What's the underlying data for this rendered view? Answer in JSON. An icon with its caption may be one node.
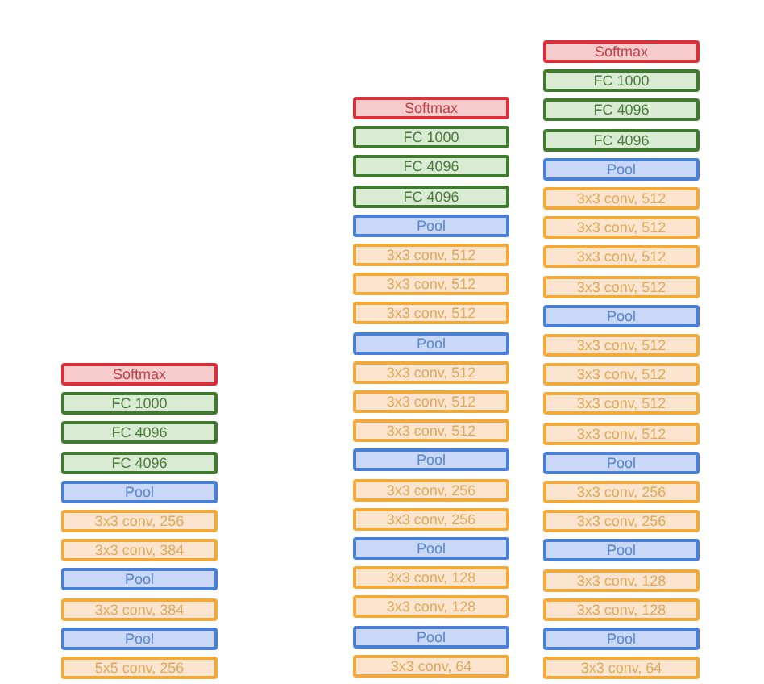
{
  "diagram": {
    "nodes": [
      {
        "text": [
          "Softmax"
        ]
      },
      {
        "text": [
          "FC 1000"
        ]
      },
      {
        "text": [
          "FC 4096"
        ]
      },
      {
        "text": [
          "FC 4096"
        ]
      },
      {
        "text": [
          "Pool"
        ]
      },
      {
        "text": [
          "3x3 conv, 256"
        ]
      },
      {
        "text": [
          "3x3 conv, 384"
        ]
      },
      {
        "text": [
          "Pool"
        ]
      },
      {
        "text": [
          "3x3 conv, 384"
        ]
      },
      {
        "text": [
          "Pool"
        ]
      },
      {
        "text": [
          "5x5 conv, 256"
        ]
      },
      {
        "text": [
          "Softmax"
        ]
      },
      {
        "text": [
          "FC 1000"
        ]
      },
      {
        "text": [
          "FC 4096"
        ]
      },
      {
        "text": [
          "FC 4096"
        ]
      },
      {
        "text": [
          "Pool"
        ]
      },
      {
        "text": [
          "3x3 conv, 512"
        ]
      },
      {
        "text": [
          "3x3 conv, 512"
        ]
      },
      {
        "text": [
          "3x3 conv, 512"
        ]
      },
      {
        "text": [
          "Pool"
        ]
      },
      {
        "text": [
          "3x3 conv, 512"
        ]
      },
      {
        "text": [
          "3x3 conv, 512"
        ]
      },
      {
        "text": [
          "3x3 conv, 512"
        ]
      },
      {
        "text": [
          "Pool"
        ]
      },
      {
        "text": [
          "3x3 conv, 256"
        ]
      },
      {
        "text": [
          "3x3 conv, 256"
        ]
      },
      {
        "text": [
          "Pool"
        ]
      },
      {
        "text": [
          "3x3 conv, 128"
        ]
      },
      {
        "text": [
          "3x3 conv, 128"
        ]
      },
      {
        "text": [
          "Pool"
        ]
      },
      {
        "text": [
          "3x3 conv, 64"
        ]
      },
      {
        "text": [
          "Softmax"
        ]
      },
      {
        "text": [
          "FC 1000"
        ]
      },
      {
        "text": [
          "FC 4096"
        ]
      },
      {
        "text": [
          "FC 4096"
        ]
      },
      {
        "text": [
          "Pool"
        ]
      },
      {
        "text": [
          "3x3 conv, 512"
        ]
      },
      {
        "text": [
          "3x3 conv, 512"
        ]
      },
      {
        "text": [
          "3x3 conv, 512"
        ]
      },
      {
        "text": [
          "3x3 conv, 512"
        ]
      },
      {
        "text": [
          "Pool"
        ]
      },
      {
        "text": [
          "3x3 conv, 512"
        ]
      },
      {
        "text": [
          "3x3 conv, 512"
        ]
      },
      {
        "text": [
          "3x3 conv, 512"
        ]
      },
      {
        "text": [
          "3x3 conv, 512"
        ]
      },
      {
        "text": [
          "Pool"
        ]
      },
      {
        "text": [
          "3x3 conv, 256"
        ]
      },
      {
        "text": [
          "3x3 conv, 256"
        ]
      },
      {
        "text": [
          "Pool"
        ]
      },
      {
        "text": [
          "3x3 conv, 128"
        ]
      },
      {
        "text": [
          "3x3 conv, 128"
        ]
      },
      {
        "text": [
          "Pool"
        ]
      },
      {
        "text": [
          "3x3 conv, 64"
        ]
      }
    ]
  }
}
